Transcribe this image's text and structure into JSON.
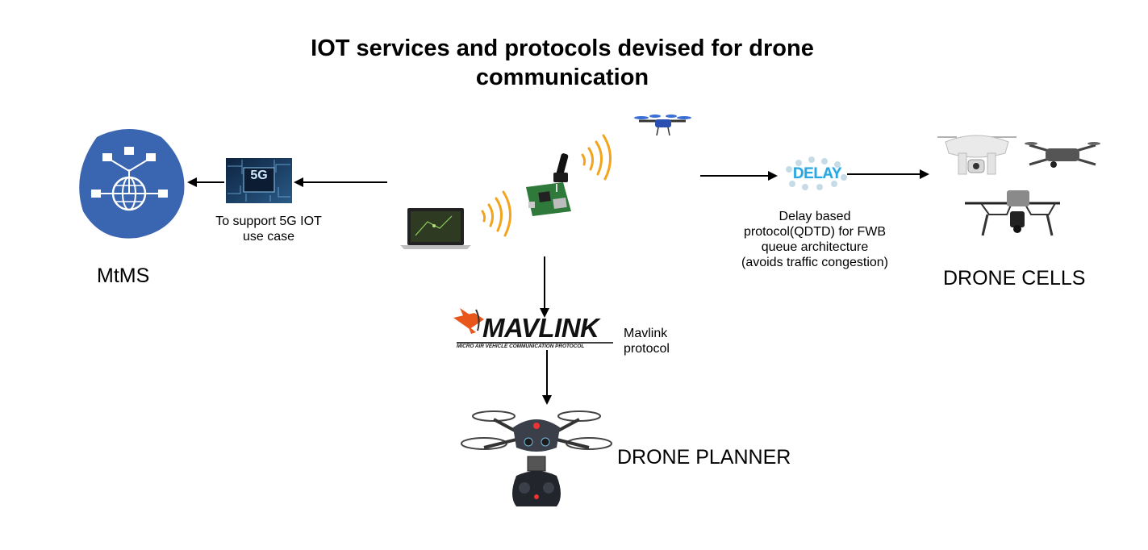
{
  "title_line1": "IOT services and protocols devised for drone",
  "title_line2": "communication",
  "mtms": {
    "label": "MtMS",
    "color": "#3a65b0"
  },
  "fiveg": {
    "badge": "5G",
    "caption_line1": "To support 5G IOT",
    "caption_line2": "use case"
  },
  "delay": {
    "badge": "DELAY",
    "caption_line1": "Delay based",
    "caption_line2": "protocol(QDTD) for FWB",
    "caption_line3": "queue architecture",
    "caption_line4": "(avoids traffic congestion)"
  },
  "drone_cells": {
    "label": "DRONE CELLS"
  },
  "mavlink": {
    "logo": "MAVLINK",
    "logo_sub": "MICRO AIR VEHICLE COMMUNICATION PROTOCOL",
    "caption_line1": "Mavlink",
    "caption_line2": "protocol",
    "accent": "#e8561b"
  },
  "drone_planner": {
    "label": "DRONE PLANNER"
  },
  "colors": {
    "wave": "#f2a51c",
    "arrow": "#000000",
    "chip": "#1c3a5e"
  }
}
